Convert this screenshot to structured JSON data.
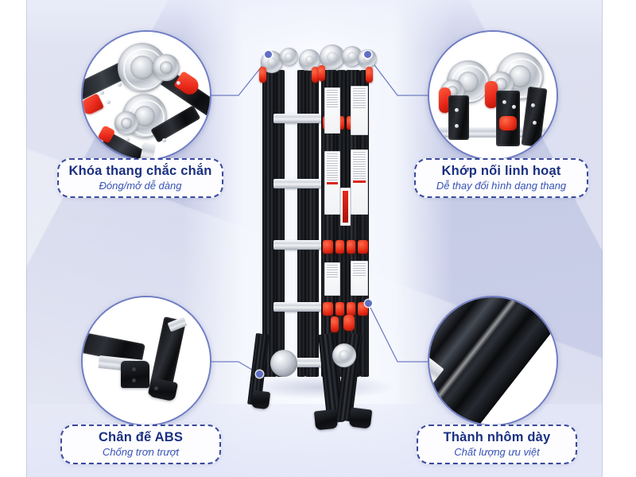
{
  "page": {
    "type": "product-feature-infographic",
    "product": "multipurpose-folding-aluminum-ladder",
    "background_color": "#c8cce7",
    "panel_margin_color": "#ffffff",
    "accent_color": "#3a4a9e",
    "title_color": "#1b3080",
    "subtitle_color": "#3752b4",
    "ring_color": "#6f7dc4",
    "connector_color": "#6f7dc4",
    "product_colors": {
      "rail_black": "#14161a",
      "rung_silver": "#d2d6dc",
      "button_red": "#e62b16"
    }
  },
  "features": [
    {
      "id": "lock",
      "title": "Khóa thang chắc chắn",
      "subtitle": "Đóng/mở dễ dàng",
      "photo_alt": "ladder-hinge-lock-closeup",
      "position": "top-left"
    },
    {
      "id": "joint",
      "title": "Khớp nối linh hoạt",
      "subtitle": "Dễ thay đổi hình dạng thang",
      "photo_alt": "ladder-articulating-joint-closeup",
      "position": "top-right"
    },
    {
      "id": "foot",
      "title": "Chân đế ABS",
      "subtitle": "Chống trơn trượt",
      "photo_alt": "abs-non-slip-ladder-foot-closeup",
      "position": "bottom-left"
    },
    {
      "id": "rail",
      "title": "Thành nhôm dày",
      "subtitle": "Chất lượng ưu việt",
      "photo_alt": "thick-aluminum-rail-closeup",
      "position": "bottom-right"
    }
  ]
}
